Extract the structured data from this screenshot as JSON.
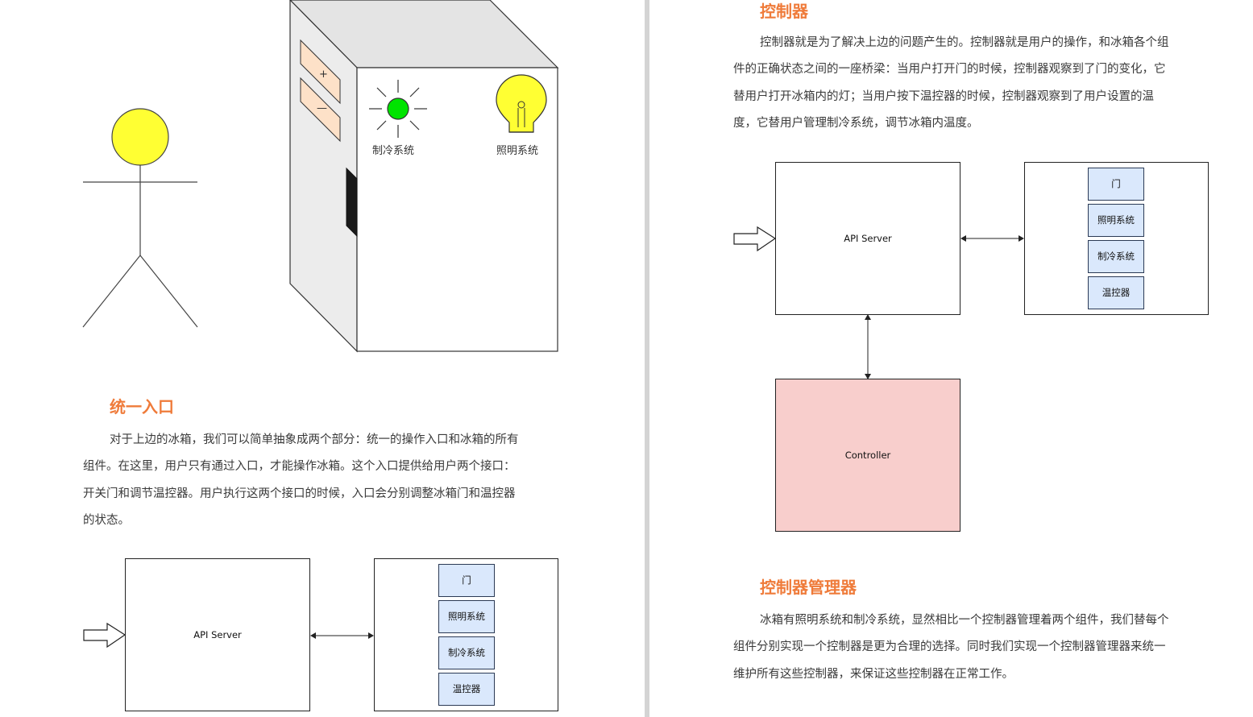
{
  "left": {
    "fridge_labels": {
      "cooling": "制冷系统",
      "lighting": "照明系统"
    },
    "section": {
      "title": "统一入口",
      "lines": [
        "对于上边的冰箱，我们可以简单抽象成两个部分：统一的操作入口和冰箱的所有",
        "组件。在这里，用户只有通过入口，才能操作冰箱。这个入口提供给用户两个接口：",
        "开关门和调节温控器。用户执行这两个接口的时候，入口会分别调整冰箱门和温控器",
        "的状态。"
      ]
    },
    "diagram": {
      "server": "API Server",
      "components": [
        "门",
        "照明系统",
        "制冷系统",
        "温控器"
      ]
    }
  },
  "right": {
    "section1": {
      "title": "控制器",
      "lines": [
        "控制器就是为了解决上边的问题产生的。控制器就是用户的操作，和冰箱各个组",
        "件的正确状态之间的一座桥梁：当用户打开门的时候，控制器观察到了门的变化，它",
        "替用户打开冰箱内的灯；当用户按下温控器的时候，控制器观察到了用户设置的温",
        "度，它替用户管理制冷系统，调节冰箱内温度。"
      ]
    },
    "diagram": {
      "server": "API Server",
      "controller": "Controller",
      "components": [
        "门",
        "照明系统",
        "制冷系统",
        "温控器"
      ]
    },
    "section2": {
      "title": "控制器管理器",
      "lines": [
        "冰箱有照明系统和制冷系统，显然相比一个控制器管理着两个组件，我们替每个",
        "组件分别实现一个控制器是更为合理的选择。同时我们实现一个控制器管理器来统一",
        "维护所有这些控制器，来保证这些控制器在正常工作。"
      ]
    }
  }
}
